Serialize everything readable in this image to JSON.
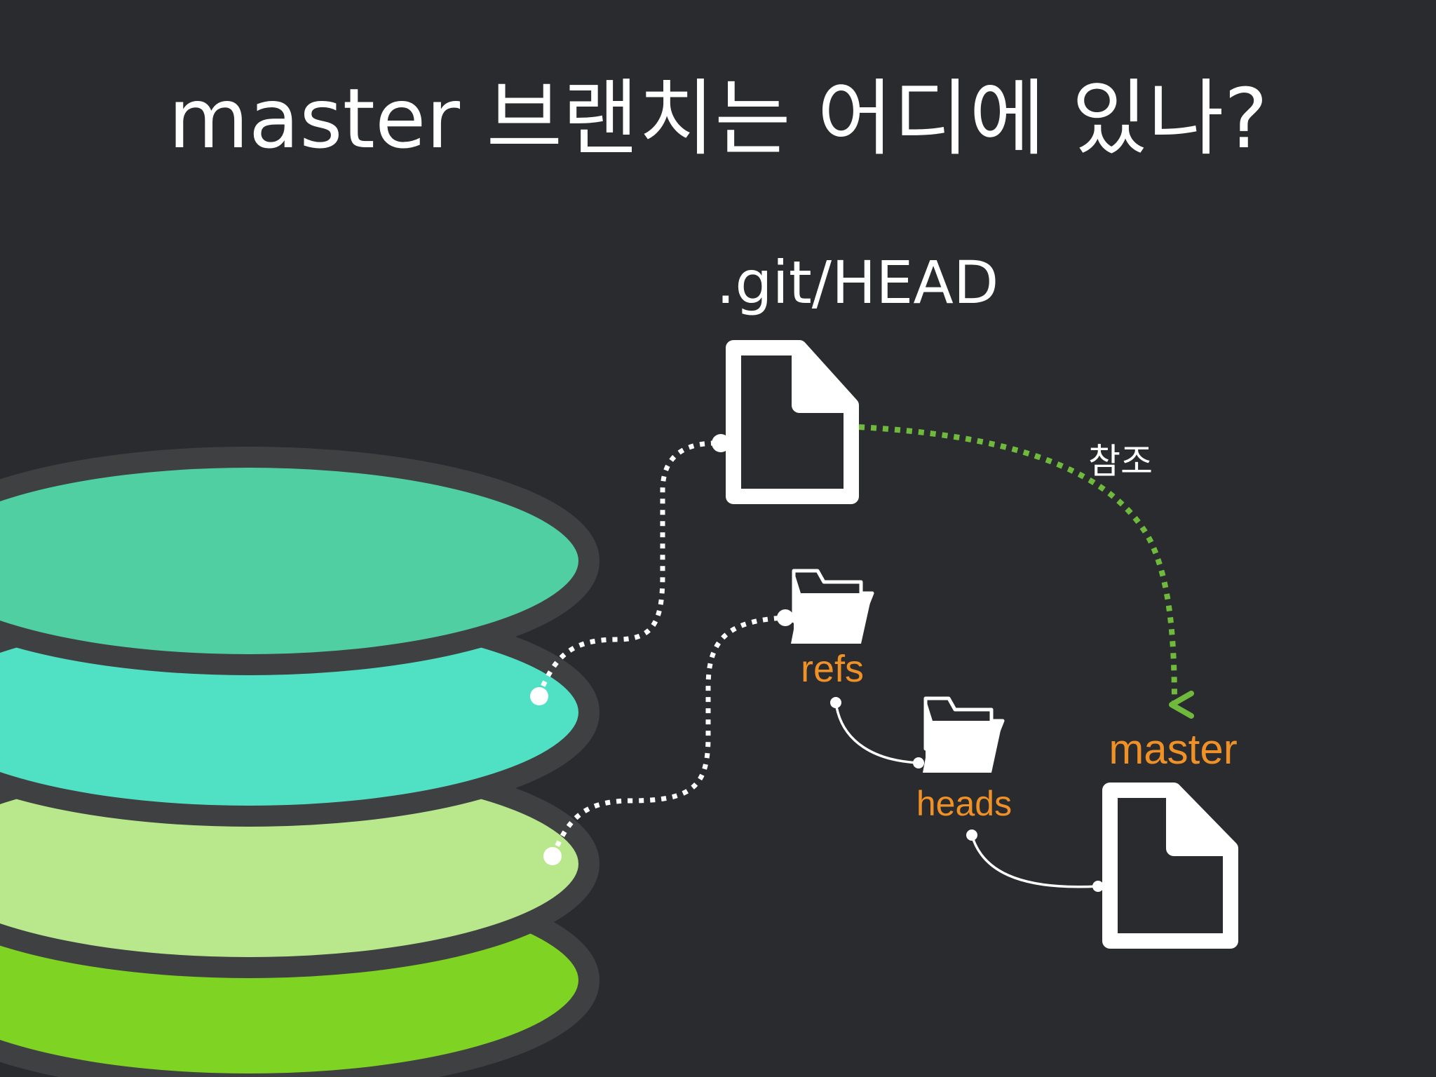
{
  "title": "master 브랜치는 어디에 있나?",
  "head_file_label": ".git/HEAD",
  "reference_label": "참조",
  "refs_label": "refs",
  "heads_label": "heads",
  "master_label": "master",
  "colors": {
    "background": "#2a2b2e",
    "layer_1": "#4fcfa2",
    "layer_2": "#50e1c5",
    "layer_3": "#b9e88c",
    "layer_4": "#7fd322",
    "layer_outline": "#3f4042",
    "accent_orange": "#ef9127",
    "reference_arrow": "#6fba3c",
    "line_white": "#ffffff"
  },
  "icons": [
    "file-icon",
    "folder-icon",
    "file-icon"
  ]
}
